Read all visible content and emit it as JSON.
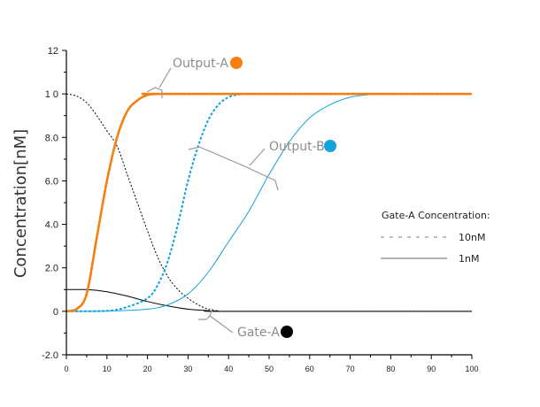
{
  "chart_data": {
    "type": "line",
    "title": "",
    "xlabel": "",
    "ylabel": "Concentration[nM]",
    "xlim": [
      0,
      100
    ],
    "ylim": [
      -2,
      12
    ],
    "grid": false,
    "x_ticks": [
      "0",
      "10",
      "20",
      "30",
      "40",
      "50",
      "60",
      "70",
      "80",
      "90",
      "100"
    ],
    "x_tick_values": [
      0,
      10,
      20,
      30,
      40,
      50,
      60,
      70,
      80,
      90,
      100
    ],
    "y_ticks": [
      "12",
      "1 0",
      "8.0",
      "6.0",
      "4.0",
      "2.0",
      "0",
      "-2.0"
    ],
    "y_tick_values": [
      12,
      10,
      8,
      6,
      4,
      2,
      0,
      -2
    ],
    "colors": {
      "output_a": "#f57f0f",
      "output_b": "#13a3dc",
      "gate_a": "#000000",
      "annotation": "#999999"
    },
    "series": [
      {
        "name": "Output-A 10nM",
        "color": "#f57f0f",
        "style": "dashed",
        "width": 2.5,
        "x": [
          0,
          2.5,
          5,
          7.5,
          10,
          12.5,
          15,
          17.5,
          20,
          22.5,
          25,
          100
        ],
        "y": [
          0,
          0.1,
          0.8,
          3.4,
          6.0,
          8.0,
          9.2,
          9.7,
          9.95,
          10,
          10,
          10
        ]
      },
      {
        "name": "Output-A 1nM",
        "color": "#f57f0f",
        "style": "solid",
        "width": 2.5,
        "x": [
          0,
          2.5,
          5,
          7.5,
          10,
          12.5,
          15,
          17.5,
          20,
          22.5,
          25,
          100
        ],
        "y": [
          0,
          0.1,
          0.8,
          3.4,
          6.0,
          8.0,
          9.2,
          9.7,
          9.95,
          10,
          10,
          10
        ]
      },
      {
        "name": "Gate-A 10nM",
        "color": "#000000",
        "style": "dashed",
        "width": 1,
        "x": [
          0,
          2.5,
          5,
          7.5,
          10,
          12.5,
          15,
          17.5,
          20,
          22.5,
          25,
          27.5,
          30,
          32.5,
          35,
          37.5,
          40,
          100
        ],
        "y": [
          10,
          9.9,
          9.6,
          9.0,
          8.3,
          7.6,
          6.3,
          5.0,
          3.7,
          2.5,
          1.6,
          1.0,
          0.6,
          0.3,
          0.1,
          0.02,
          0,
          0
        ]
      },
      {
        "name": "Gate-A 1nM",
        "color": "#000000",
        "style": "solid",
        "width": 1,
        "x": [
          0,
          5,
          10,
          15,
          20,
          25,
          30,
          35,
          40,
          100
        ],
        "y": [
          1.0,
          1.0,
          0.9,
          0.7,
          0.45,
          0.25,
          0.1,
          0.03,
          0,
          0
        ]
      },
      {
        "name": "Output-B 10nM",
        "color": "#13a3dc",
        "style": "dashed",
        "width": 2,
        "x": [
          0,
          10,
          15,
          20,
          22.5,
          25,
          27.5,
          30,
          32.5,
          35,
          37.5,
          40,
          42.5,
          45,
          100
        ],
        "y": [
          0,
          0.02,
          0.2,
          0.6,
          1.2,
          2.3,
          4.0,
          6.0,
          7.6,
          8.8,
          9.5,
          9.85,
          9.97,
          10,
          10
        ]
      },
      {
        "name": "Output-B 1nM",
        "color": "#13a3dc",
        "style": "solid",
        "width": 1,
        "x": [
          0,
          10,
          20,
          25,
          30,
          35,
          40,
          45,
          50,
          55,
          60,
          65,
          70,
          75,
          80,
          100
        ],
        "y": [
          0,
          0.01,
          0.1,
          0.3,
          0.8,
          1.8,
          3.2,
          4.6,
          6.3,
          7.8,
          8.9,
          9.5,
          9.85,
          9.97,
          10,
          10
        ]
      }
    ],
    "annotations": [
      {
        "text": "Output-A",
        "marker_color": "#f57f0f"
      },
      {
        "text": "Output-B",
        "marker_color": "#13a3dc"
      },
      {
        "text": "Gate-A",
        "marker_color": "#000000"
      }
    ],
    "legend": {
      "title": "Gate-A Concentration:",
      "placement": "right",
      "entries": [
        {
          "label": "10nM",
          "style": "dashed"
        },
        {
          "label": "1nM",
          "style": "solid"
        }
      ]
    }
  }
}
